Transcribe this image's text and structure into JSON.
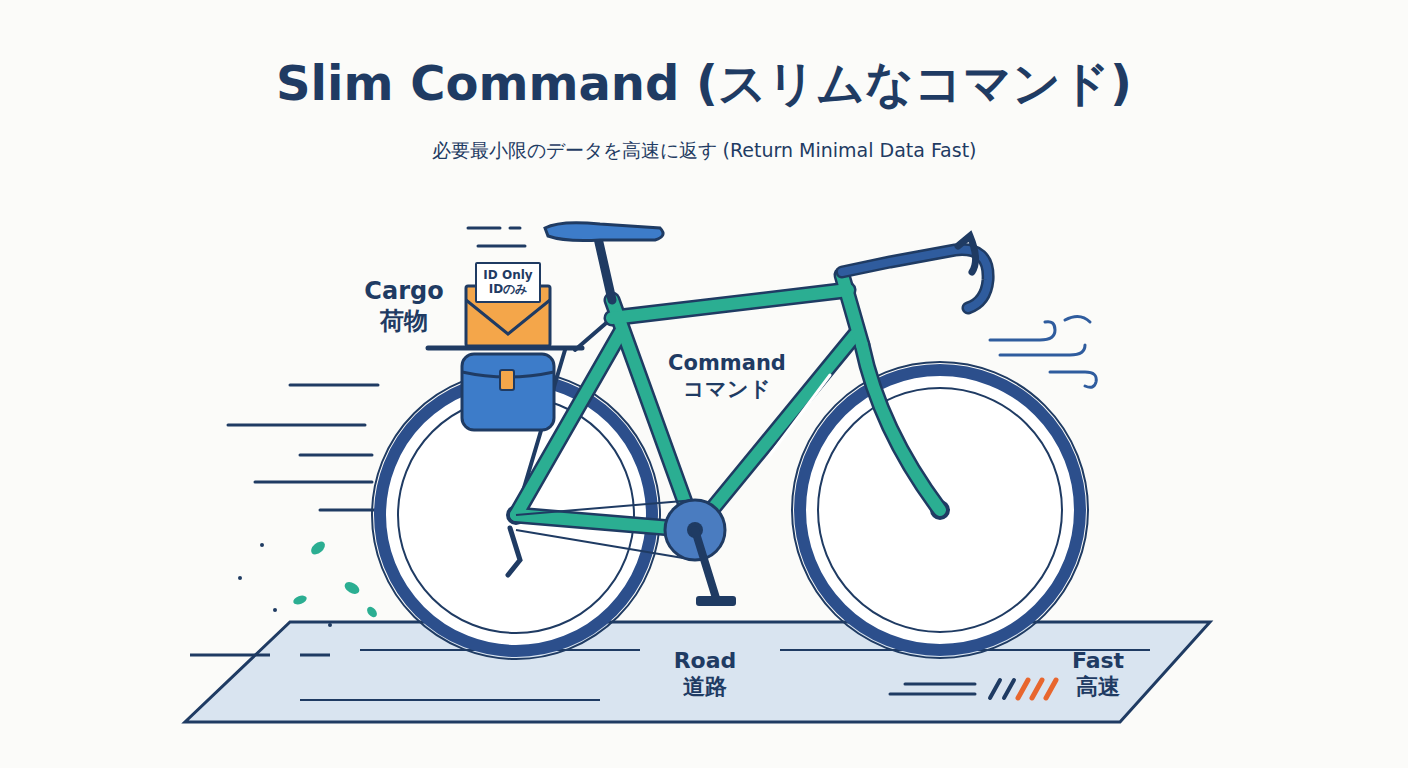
{
  "diagram": {
    "title": "Slim Command (スリムなコマンド)",
    "caption": "必要最小限のデータを高速に返す (Return Minimal Data Fast)",
    "nodes": [
      {
        "text": [
          "ID Only IDのみ"
        ]
      },
      {
        "text": [
          "Road 道路",
          "Fast 高速"
        ]
      }
    ],
    "labels": [
      "Cargo 荷物",
      "Command コマンド"
    ]
  }
}
